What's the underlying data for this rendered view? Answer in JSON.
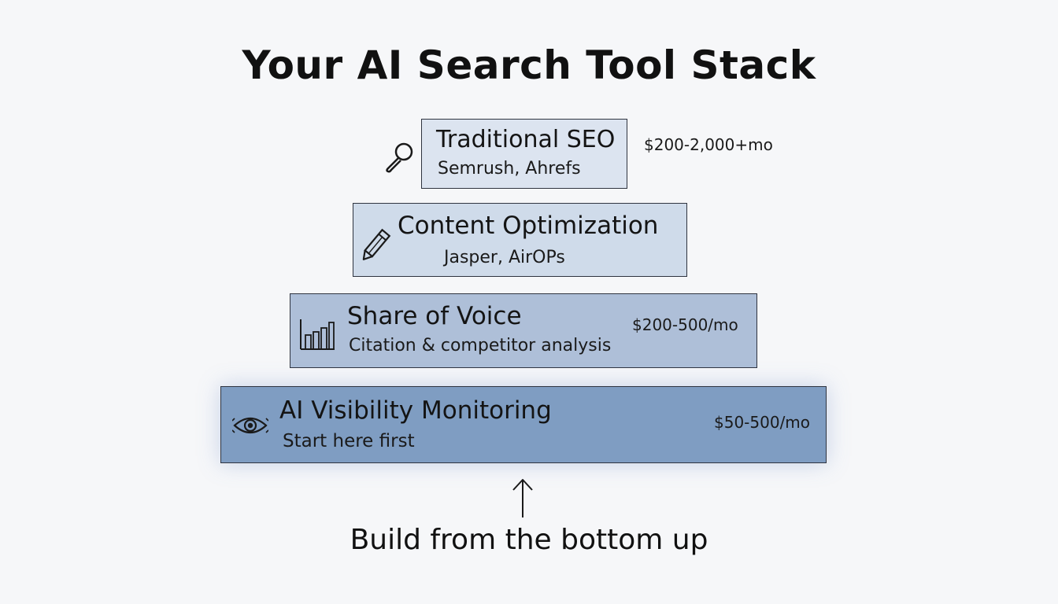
{
  "title": "Your AI Search Tool Stack",
  "tiers": [
    {
      "name": "Traditional SEO",
      "subtitle": "Semrush, Ahrefs",
      "price": "$200-2,000+mo",
      "icon": "magnifying-glass-icon",
      "color": "#dce4f0"
    },
    {
      "name": "Content Optimization",
      "subtitle": "Jasper, AirOPs",
      "price": "",
      "icon": "pencil-icon",
      "color": "#cfdbea"
    },
    {
      "name": "Share of Voice",
      "subtitle": "Citation & competitor analysis",
      "price": "$200-500/mo",
      "icon": "bar-chart-icon",
      "color": "#aebfd8"
    },
    {
      "name": "AI Visibility Monitoring",
      "subtitle": "Start here first",
      "price": "$50-500/mo",
      "icon": "eye-icon",
      "color": "#7f9dc2"
    }
  ],
  "footer": "Build from the bottom up"
}
